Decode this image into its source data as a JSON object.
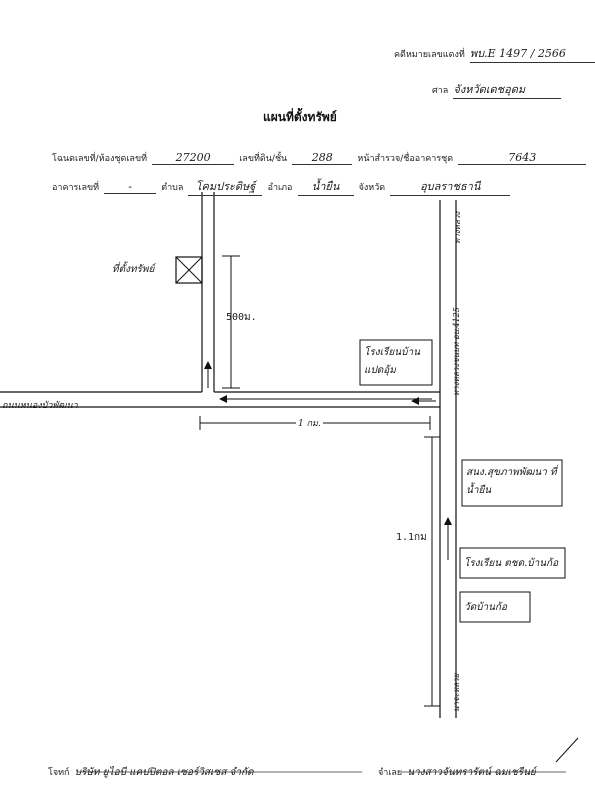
{
  "header": {
    "case_label": "คดีหมายเลขแดงที่",
    "case_value": "พบ.E 1497 / 2566",
    "court_label": "ศาล",
    "court_value": "จังหวัดเดชอุดม"
  },
  "title": "แผนที่ตั้งทรัพย์",
  "fields": {
    "deed_label": "โฉนดเลขที่/ห้องชุดเลขที่",
    "deed_value": "27200",
    "land_no_label": "เลขที่ดิน/ชั้น",
    "land_no_value": "288",
    "survey_label": "หน้าสำรวจ/ชื่ออาคารชุด",
    "survey_value": "7643",
    "building_label": "อาคารเลขที่",
    "building_value": "-",
    "subdistrict_label": "ตำบล",
    "subdistrict_value": "โคมประดิษฐ์",
    "district_label": "อำเภอ",
    "district_value": "น้ำยืน",
    "province_label": "จังหวัด",
    "province_value": "อุบลราชธานี"
  },
  "map": {
    "property_label": "ที่ตั้งทรัพย์",
    "dist_500": "500ม.",
    "dist_1km": "1 กม.",
    "dist_11km": "1.1กม",
    "road_left": "ถนนหนองบัวพัฒนา",
    "road_right_top": "ทางหลวง",
    "road_right_mid": "ทางหลวงชนบท อบ.4125",
    "road_right_bottom": "นาจะหลวย",
    "landmark_school": "โรงเรียนบ้าน แปดอุ้ม",
    "landmark_health": "สนง.สุขภาพพัฒนา ที่น้ำยืน",
    "landmark_police": "โรงเรียน ตชด.บ้านก้อ",
    "landmark_temp": "วัดบ้านก้อ"
  },
  "footer": {
    "plaintiff_label": "โจทก์",
    "plaintiff_value": "บริษัท ยูไอบี แคปปิตอล เซอร์วิสเซส จำกัด",
    "defendant_label": "จำเลย",
    "defendant_value": "นางสาวจันทรารัตน์ ฉมเชรีนย์"
  }
}
